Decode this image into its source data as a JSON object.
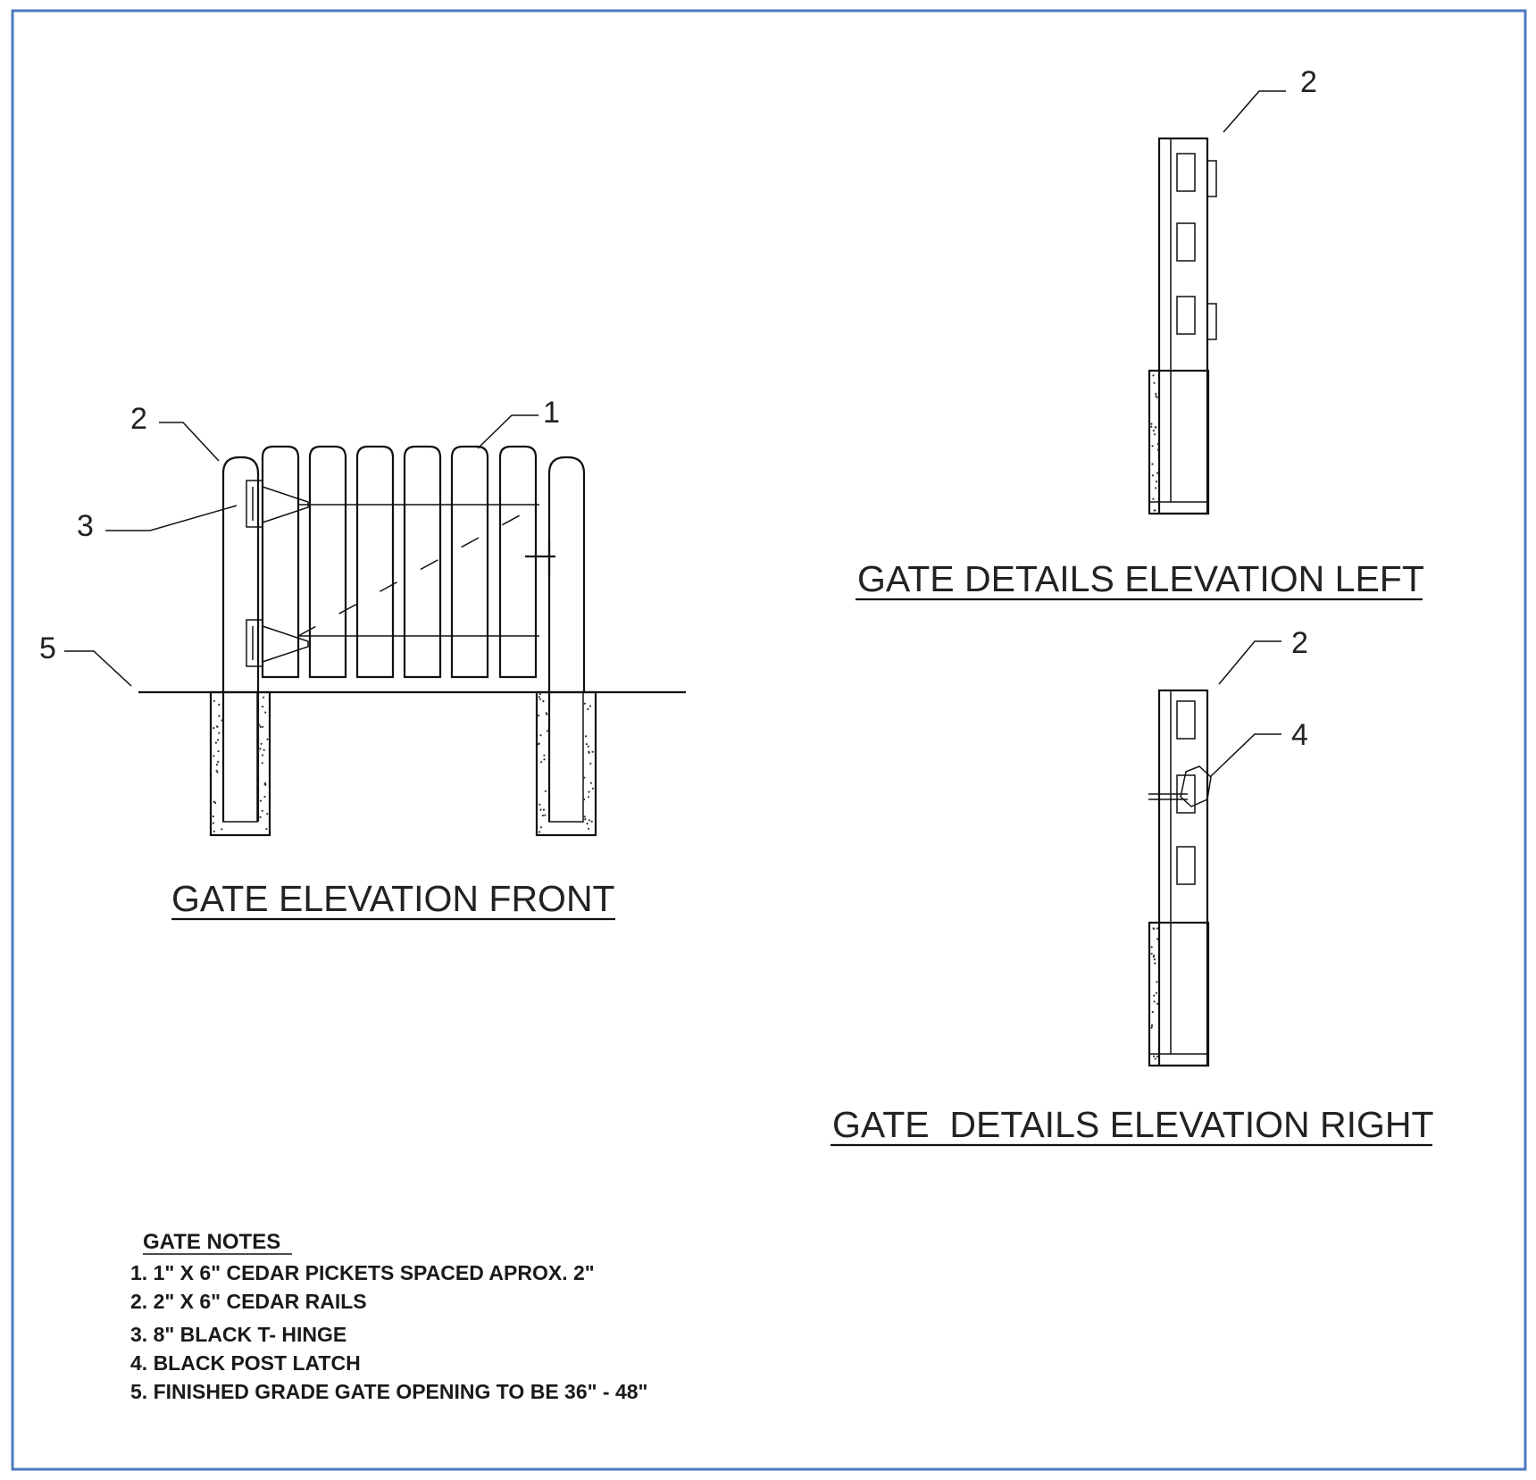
{
  "frame_color": "#4a7abf",
  "front": {
    "title": "GATE ELEVATION FRONT",
    "callouts": [
      "2",
      "1",
      "3",
      "5"
    ]
  },
  "left": {
    "title": "GATE DETAILS ELEVATION LEFT",
    "callouts": [
      "2"
    ]
  },
  "right": {
    "title": "GATE  DETAILS ELEVATION RIGHT",
    "callouts": [
      "2",
      "4"
    ]
  },
  "notes": {
    "heading": "GATE NOTES",
    "items": [
      "1. 1\" X 6\" CEDAR PICKETS SPACED APROX. 2\"",
      "2. 2\" X 6\" CEDAR RAILS",
      "3. 8\" BLACK T- HINGE",
      "4. BLACK POST LATCH",
      "5. FINISHED GRADE GATE OPENING TO BE 36\" - 48\""
    ]
  }
}
